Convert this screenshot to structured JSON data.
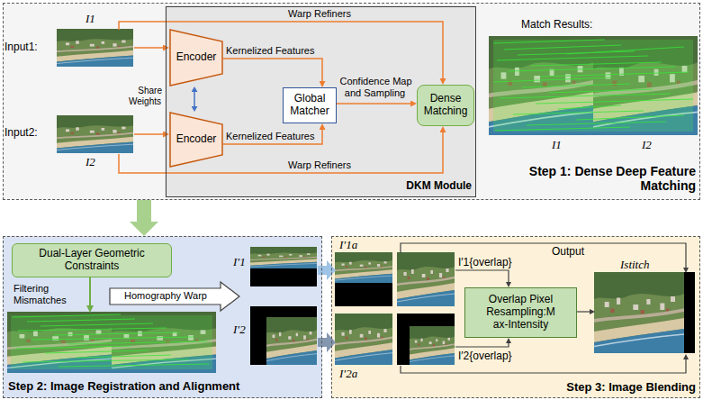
{
  "diagram": {
    "nodes": [
      {
        "text": [
          "Step 1: Dense Deep Feature Matching"
        ]
      },
      {
        "text": [
          "I1",
          "Input1:"
        ],
        "in": 0
      },
      {
        "text": [
          "Input2:",
          "I2"
        ],
        "in": 0
      },
      {
        "text": [
          "DKM Module"
        ],
        "in": 0
      },
      {
        "text": [
          "Encoder"
        ],
        "in": 3
      },
      {
        "text": [
          "Encoder"
        ],
        "in": 3
      },
      {
        "text": [
          "Global Matcher"
        ],
        "in": 3
      },
      {
        "text": [
          "Dense Matching"
        ],
        "in": 3
      },
      {
        "text": [
          "Match Results:",
          "I1",
          "I2"
        ],
        "in": 0
      },
      {
        "text": [
          "Step 2: Image Registration and Alignment"
        ]
      },
      {
        "text": [
          "Dual-Layer Geometric Constraints"
        ],
        "in": 9
      },
      {
        "text": [
          "Filtering Mismatches"
        ],
        "in": 9
      },
      {
        "text": [
          "I′1"
        ],
        "in": 9
      },
      {
        "text": [
          "I′2"
        ],
        "in": 9
      },
      {
        "text": [
          "Step 3: Image Blending"
        ]
      },
      {
        "text": [
          "I′1a"
        ],
        "in": 14
      },
      {
        "text": [
          "I′2a"
        ],
        "in": 14
      },
      {
        "text": [
          "Overlap Pixel Resampling:M ax-Intensity"
        ],
        "in": 14
      },
      {
        "text": [
          "Istitch"
        ],
        "in": 14
      }
    ],
    "edges": [
      {
        "from": 1,
        "to": 4,
        "arrow": "to"
      },
      {
        "from": 2,
        "to": 5,
        "arrow": "to"
      },
      {
        "from": 4,
        "to": 5,
        "arrow": "both",
        "label": "Share Weights"
      },
      {
        "from": 4,
        "to": 6,
        "arrow": "to",
        "label": "Kernelized Features"
      },
      {
        "from": 5,
        "to": 6,
        "arrow": "to",
        "label": "Kernelized Features"
      },
      {
        "from": 6,
        "to": 7,
        "arrow": "to",
        "label": "Confidence Map and Sampling"
      },
      {
        "from": 1,
        "to": 7,
        "arrow": "to",
        "label": "Warp Refiners"
      },
      {
        "from": 2,
        "to": 7,
        "arrow": "to",
        "label": "Warp Refiners"
      },
      {
        "from": 0,
        "to": 9,
        "arrow": "to"
      },
      {
        "from": 10,
        "to": 11,
        "arrow": "to"
      },
      {
        "from": 12,
        "to": 15,
        "arrow": "to"
      },
      {
        "from": 13,
        "to": 16,
        "arrow": "to"
      },
      {
        "from": 15,
        "to": 17,
        "arrow": "to",
        "label": "I′1{overlap}"
      },
      {
        "from": 16,
        "to": 17,
        "arrow": "to",
        "label": "I′2{overlap}"
      },
      {
        "from": 17,
        "to": 18,
        "arrow": "to"
      },
      {
        "from": 15,
        "to": 18,
        "arrow": "to",
        "label": "Output"
      },
      {
        "from": 16,
        "to": 18,
        "arrow": "to"
      }
    ],
    "labels": [
      "Homography Warp"
    ]
  }
}
